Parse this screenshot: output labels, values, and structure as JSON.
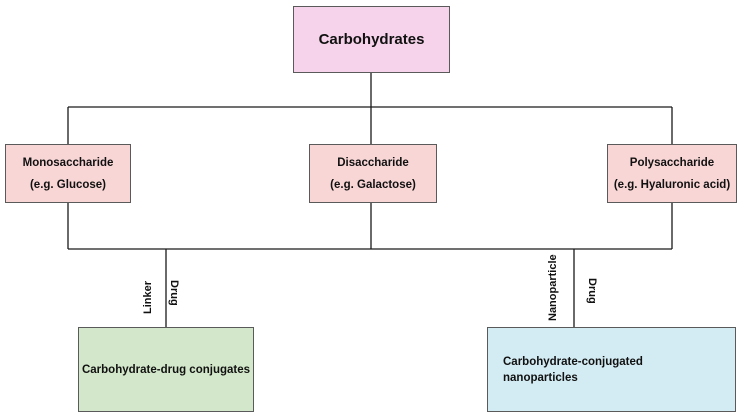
{
  "root": {
    "label": "Carbohydrates"
  },
  "classes": [
    {
      "name": "Monosaccharide",
      "example": "(e.g. Glucose)"
    },
    {
      "name": "Disaccharide",
      "example": "(e.g. Galactose)"
    },
    {
      "name": "Polysaccharide",
      "example": "(e.g. Hyaluronic acid)"
    }
  ],
  "products": [
    {
      "label": "Carbohydrate-drug conjugates"
    },
    {
      "line1": "Carbohydrate-conjugated",
      "line2": "nanoparticles"
    }
  ],
  "connector_labels": {
    "linker": "Linker",
    "drug_left": "Drug",
    "nanoparticle": "Nanoparticle",
    "drug_right": "Drug"
  },
  "colors": {
    "root": "#f6d3ea",
    "classes": "#f9d6d6",
    "conjugates": "#d3e8ca",
    "nanoparticles": "#d3ecf3",
    "lines": "#1a1a1a"
  }
}
